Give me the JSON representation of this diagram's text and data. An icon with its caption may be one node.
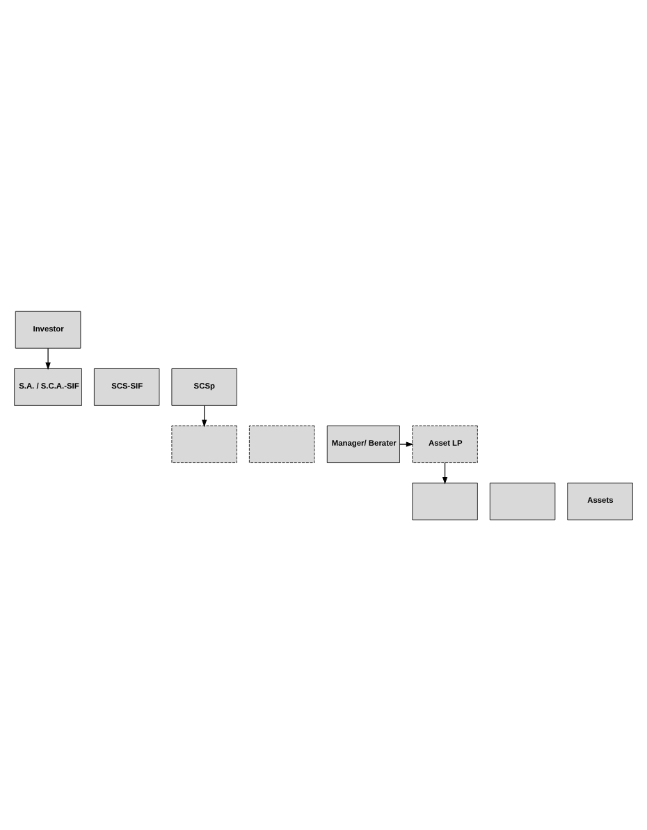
{
  "diagram": {
    "nodes": [
      {
        "text": [
          "Investor"
        ]
      },
      {
        "text": [
          "S.A. / S.C.A.-SIF"
        ]
      },
      {
        "text": [
          "SCS-SIF"
        ]
      },
      {
        "text": [
          "SCSp"
        ]
      },
      {
        "text": [],
        "shape": "box"
      },
      {
        "text": [],
        "shape": "box"
      },
      {
        "text": [
          "Manager/ Berater"
        ]
      },
      {
        "text": [
          "Asset LP"
        ]
      },
      {
        "text": [],
        "shape": "box"
      },
      {
        "text": [],
        "shape": "box"
      },
      {
        "text": [
          "Assets"
        ]
      }
    ],
    "edges": [
      {
        "from": 0,
        "to": 1,
        "arrow": "to"
      },
      {
        "from": 3,
        "to": 4,
        "arrow": "to"
      },
      {
        "from": 6,
        "to": 7,
        "arrow": "to"
      },
      {
        "from": 7,
        "to": 8,
        "arrow": "to"
      }
    ]
  }
}
